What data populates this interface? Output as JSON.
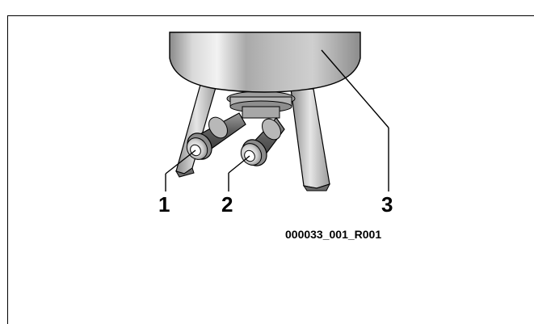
{
  "figure": {
    "callouts": [
      "1",
      "2",
      "3"
    ],
    "figure_id": "000033_001_R001"
  }
}
